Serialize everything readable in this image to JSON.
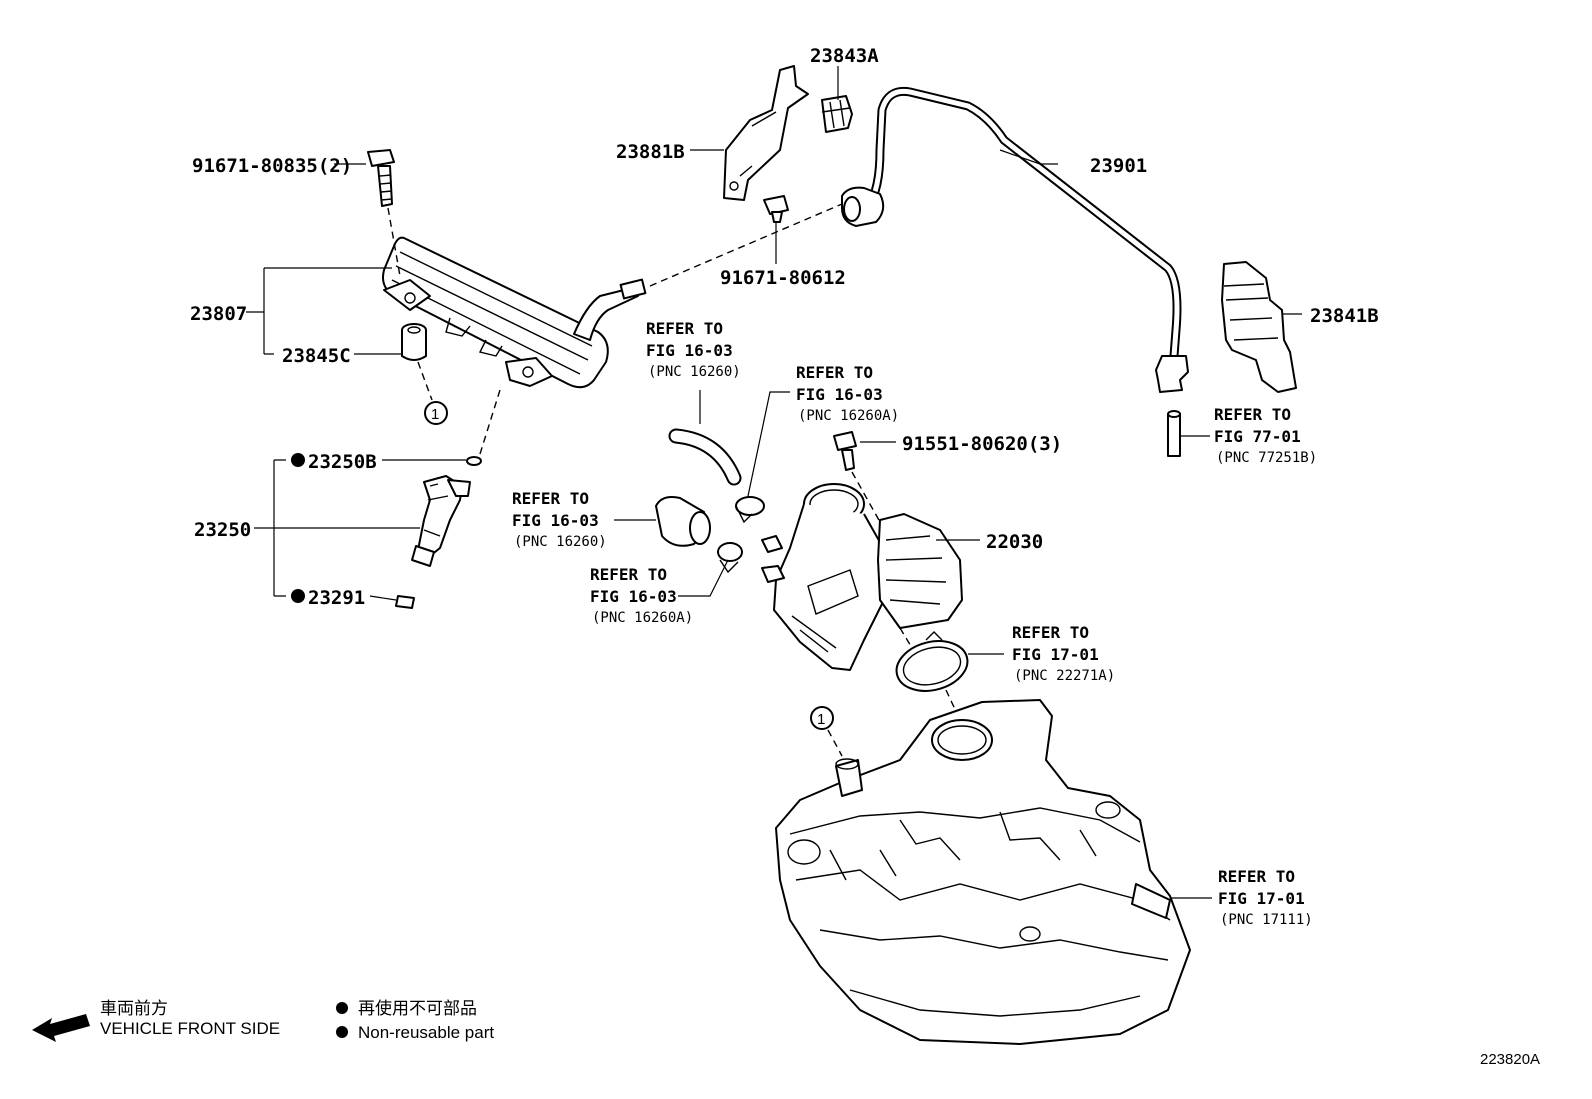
{
  "parts": {
    "bolt_fuel_rail": "91671-80835(2)",
    "fuel_rail_assy": "23807",
    "insulator": "23845C",
    "o_ring": "23250B",
    "injector_assy": "23250",
    "insulator_lower": "23291",
    "bracket": "23881B",
    "clamp_upper": "23843A",
    "bolt_bracket": "91671-80612",
    "fuel_pipe": "23901",
    "connector": "23841B",
    "bolt_throttle": "91551-80620(3)",
    "throttle_body": "22030"
  },
  "refs": [
    {
      "line1": "REFER TO",
      "line2": "FIG 16-03",
      "line3": "(PNC 16260)"
    },
    {
      "line1": "REFER TO",
      "line2": "FIG 16-03",
      "line3": "(PNC 16260A)"
    },
    {
      "line1": "REFER TO",
      "line2": "FIG 77-01",
      "line3": "(PNC 77251B)"
    },
    {
      "line1": "REFER TO",
      "line2": "FIG 16-03",
      "line3": "(PNC 16260)"
    },
    {
      "line1": "REFER TO",
      "line2": "FIG 16-03",
      "line3": "(PNC 16260A)"
    },
    {
      "line1": "REFER TO",
      "line2": "FIG 17-01",
      "line3": "(PNC 22271A)"
    },
    {
      "line1": "REFER TO",
      "line2": "FIG 17-01",
      "line3": "(PNC 17111)"
    }
  ],
  "markers": {
    "circle_ref": "1"
  },
  "legend": {
    "front_jp": "車両前方",
    "front_en": "VEHICLE FRONT SIDE",
    "nonreuse_jp": "再使用不可部品",
    "nonreuse_en": "Non-reusable part"
  },
  "figure_id": "223820A"
}
